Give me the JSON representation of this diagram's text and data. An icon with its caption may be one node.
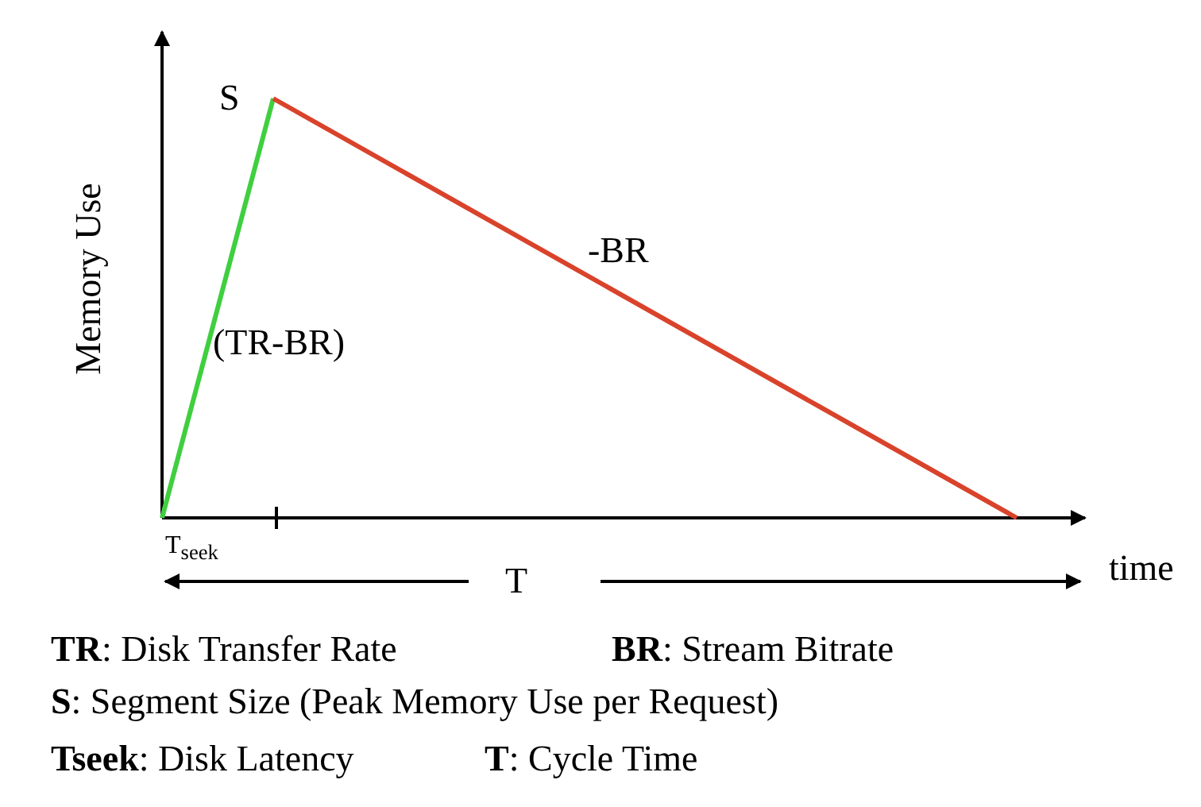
{
  "diagram": {
    "labels": [
      "S",
      "(TR-BR)",
      "-BR",
      "Memory Use",
      "T$_{seek}$",
      "time",
      "T",
      "**TR**: Disk Transfer Rate",
      "**BR**: Stream Bitrate",
      "**S**: Segment Size (Peak Memory Use per Request)",
      "**Tseek**: Disk Latency",
      "**T**:  Cycle Time"
    ]
  }
}
